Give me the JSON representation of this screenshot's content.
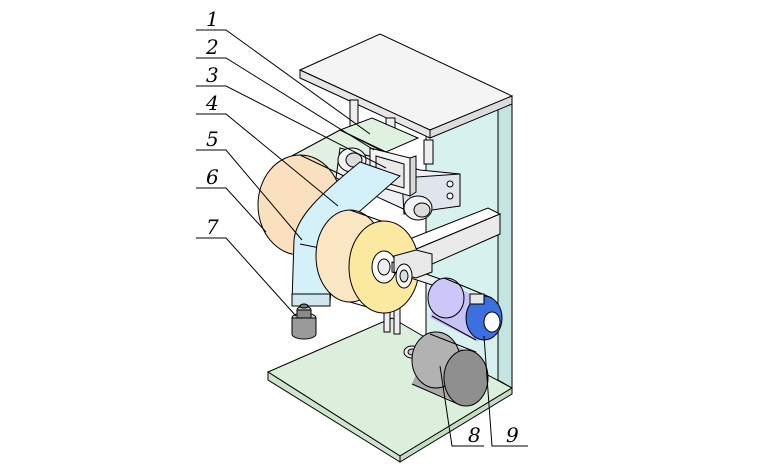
{
  "figure": {
    "callouts": [
      {
        "id": "1",
        "label": "1"
      },
      {
        "id": "2",
        "label": "2"
      },
      {
        "id": "3",
        "label": "3"
      },
      {
        "id": "4",
        "label": "4"
      },
      {
        "id": "5",
        "label": "5"
      },
      {
        "id": "6",
        "label": "6"
      },
      {
        "id": "7",
        "label": "7"
      },
      {
        "id": "8",
        "label": "8"
      },
      {
        "id": "9",
        "label": "9"
      }
    ],
    "colors": {
      "frame_side": "#d7f1ee",
      "base": "#dcefdc",
      "roll_face": "#fce9b1",
      "roll_side": "#f8dcb6",
      "belt": "#d4f1f9",
      "motor_blue": "#c7c3f7",
      "motor_blue_end": "#3c6fe0",
      "motor_gray": "#9e9e9e",
      "outline": "#000000"
    }
  }
}
